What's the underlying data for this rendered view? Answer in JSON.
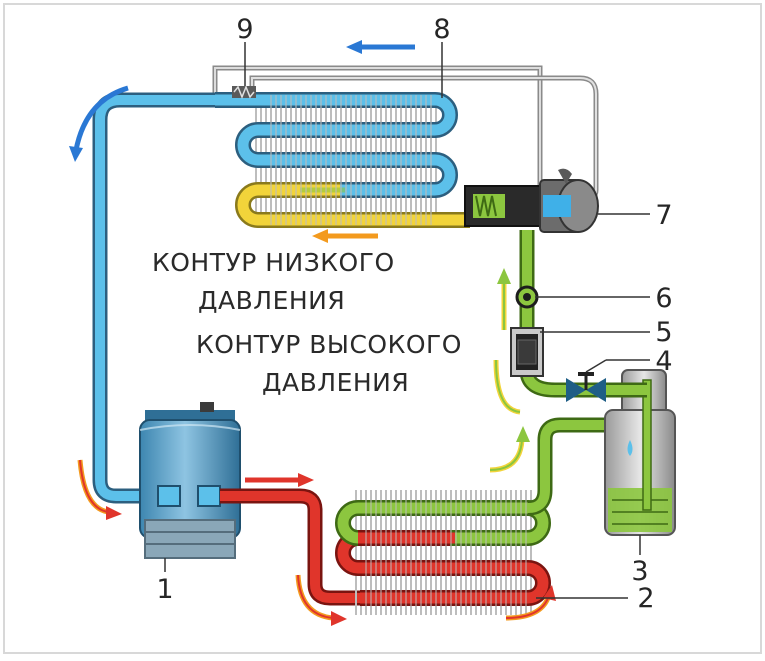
{
  "labels": {
    "low_pressure": [
      "КОНТУР НИЗКОГО",
      "ДАВЛЕНИЯ"
    ],
    "high_pressure": [
      "КОНТУР ВЫСОКОГО",
      "ДАВЛЕНИЯ"
    ]
  },
  "callouts": [
    "1",
    "2",
    "3",
    "4",
    "5",
    "6",
    "7",
    "8",
    "9"
  ],
  "colors": {
    "low_pressure_gas": "#5cc0ea",
    "high_pressure_gas": "#e0352b",
    "liquid": "#8cc63f",
    "expanding_liquid": "#f2d43a",
    "flow_arrow_blue": "#2a78d4",
    "flow_arrow_orange": "#f39a1e",
    "flow_arrow_red": "#e0352b"
  }
}
